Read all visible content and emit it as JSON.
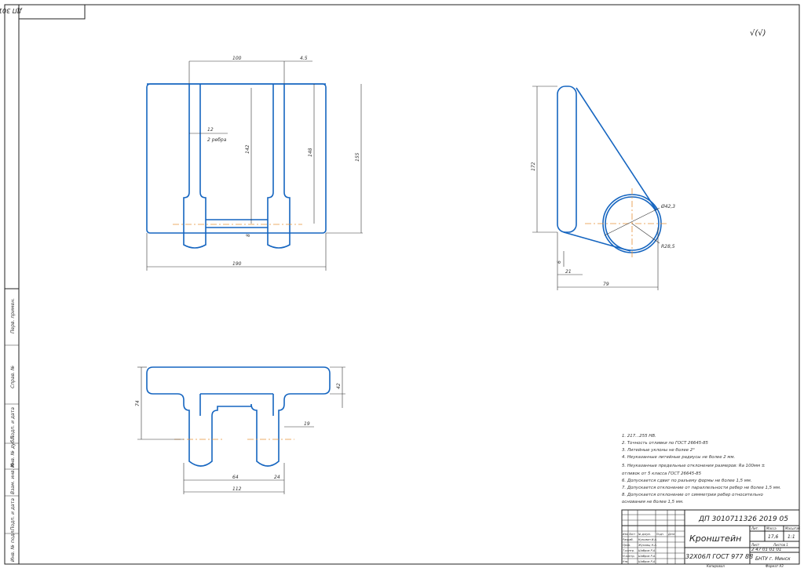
{
  "drawing": {
    "corner_stamp": "ДП 3010711326 2019 05",
    "roughness": "√(√)",
    "front_view_dims": {
      "d100": "100",
      "d45": "4.5",
      "d12": "12",
      "d12_note": "2 ребра",
      "d142": "142",
      "d148": "148",
      "d155": "155",
      "d8": "8",
      "d190": "190"
    },
    "side_view_dims": {
      "d172": "172",
      "d6": "6",
      "d21": "21",
      "d79": "79",
      "dia": "Ø42,3",
      "r": "R28,5"
    },
    "top_view_dims": {
      "d74": "74",
      "d42": "42",
      "d19": "19",
      "d64": "64",
      "d24": "24",
      "d112": "112"
    },
    "notes": [
      "1. 217...255 НВ.",
      "2. Точность отливки по ГОСТ 26645-85",
      "3. Литейные уклоны не более 2°",
      "4. Неуказанные литейные радиусы не более 2 мм.",
      "5. Неуказанные предельные отклонения размеров: Ra 100мм ±",
      "отливок от 5 класса ГОСТ 26645-85",
      "6. Допускается сдвиг по разъему формы не более 1,5 мм.",
      "7. Допускается отклонение от параллельности ребер не более 1,5 мм.",
      "8. Допускается отклонение от симметрии ребер относительно",
      "основания не более 1,5 мм."
    ],
    "title_block": {
      "doc_number": "ДП 3010711326 2019 05",
      "part_name": "Кронштейн",
      "material": "32Х06Л ГОСТ 977 88",
      "mass": "17,6",
      "scale": "1:1",
      "sheet": "Лист",
      "sheets": "Листов 1",
      "org_code": "2 47 01 01 01",
      "org": "БНТУ г. Минск",
      "lit": "Лит.",
      "mass_label": "Масса",
      "scale_label": "Масштаб",
      "row_labels": [
        "Изм.",
        "Лист",
        "№ докум.",
        "Подп.",
        "Дата"
      ],
      "roles": [
        "Разраб.",
        "Пров.",
        "Т.контр.",
        "Н.контр.",
        "Утв."
      ],
      "names": [
        "Кузьмин И.А.",
        "Жуковщ Н.А.",
        "Шабров Р.А.",
        "Шабров Р.А.",
        "Шабров Р.А."
      ],
      "copied": "Копировал",
      "format": "Формат А3"
    },
    "side_strip": [
      "Перв. примен.",
      "Справ. №",
      "Подп. и дата",
      "Инв. № дубл.",
      "Взам. инв. №",
      "Подп. и дата",
      "Инв. № подл."
    ]
  }
}
